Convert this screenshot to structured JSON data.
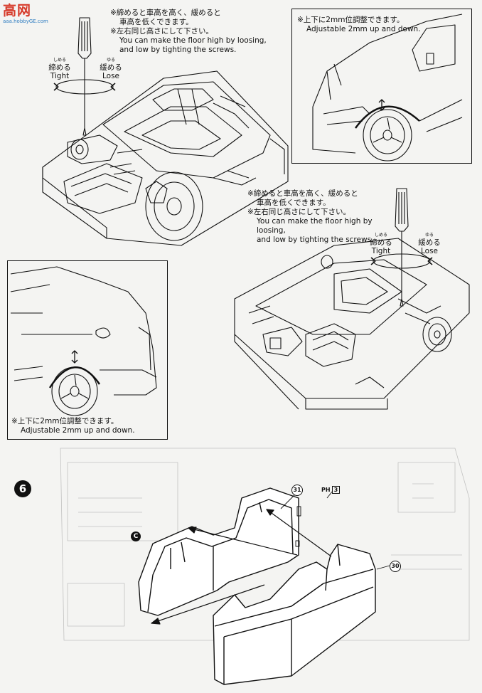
{
  "watermark": {
    "logo_text": "高网",
    "logo_sub": "aaa.hobbyGE.com"
  },
  "top_left_note": {
    "jp_1": "※締めると車高を高く、緩めると",
    "jp_2": "車高を低くできます。",
    "jp_3": "※左右同じ高さにして下さい。",
    "en_1": "You can make the floor high by loosing,",
    "en_2": "and low by tighting the screws."
  },
  "top_left_screwdriver": {
    "tight_ruby": "しめる",
    "tight_jp": "締める",
    "tight_en": "Tight",
    "lose_ruby": "ゆる",
    "lose_jp": "緩める",
    "lose_en": "Lose"
  },
  "top_right_box": {
    "jp": "※上下に2mm位調整できます。",
    "en": "Adjustable 2mm up and down."
  },
  "middle_note": {
    "jp_1": "※締めると車高を高く、緩めると",
    "jp_2": "車高を低くできます。",
    "jp_3": "※左右同じ高さにして下さい。",
    "en_1": "You can make the floor high by loosing,",
    "en_2": "and low by tighting the screws."
  },
  "middle_screwdriver": {
    "tight_ruby": "しめる",
    "tight_jp": "締める",
    "tight_en": "Tight",
    "lose_ruby": "ゆる",
    "lose_jp": "緩める",
    "lose_en": "Lose"
  },
  "left_box": {
    "jp": "※上下に2mm位調整できます。",
    "en": "Adjustable 2mm up and down."
  },
  "step": {
    "number": "6",
    "label_c": "C",
    "part_31": "31",
    "part_30": "30",
    "ph_label": "PH",
    "ph_num": "3"
  }
}
